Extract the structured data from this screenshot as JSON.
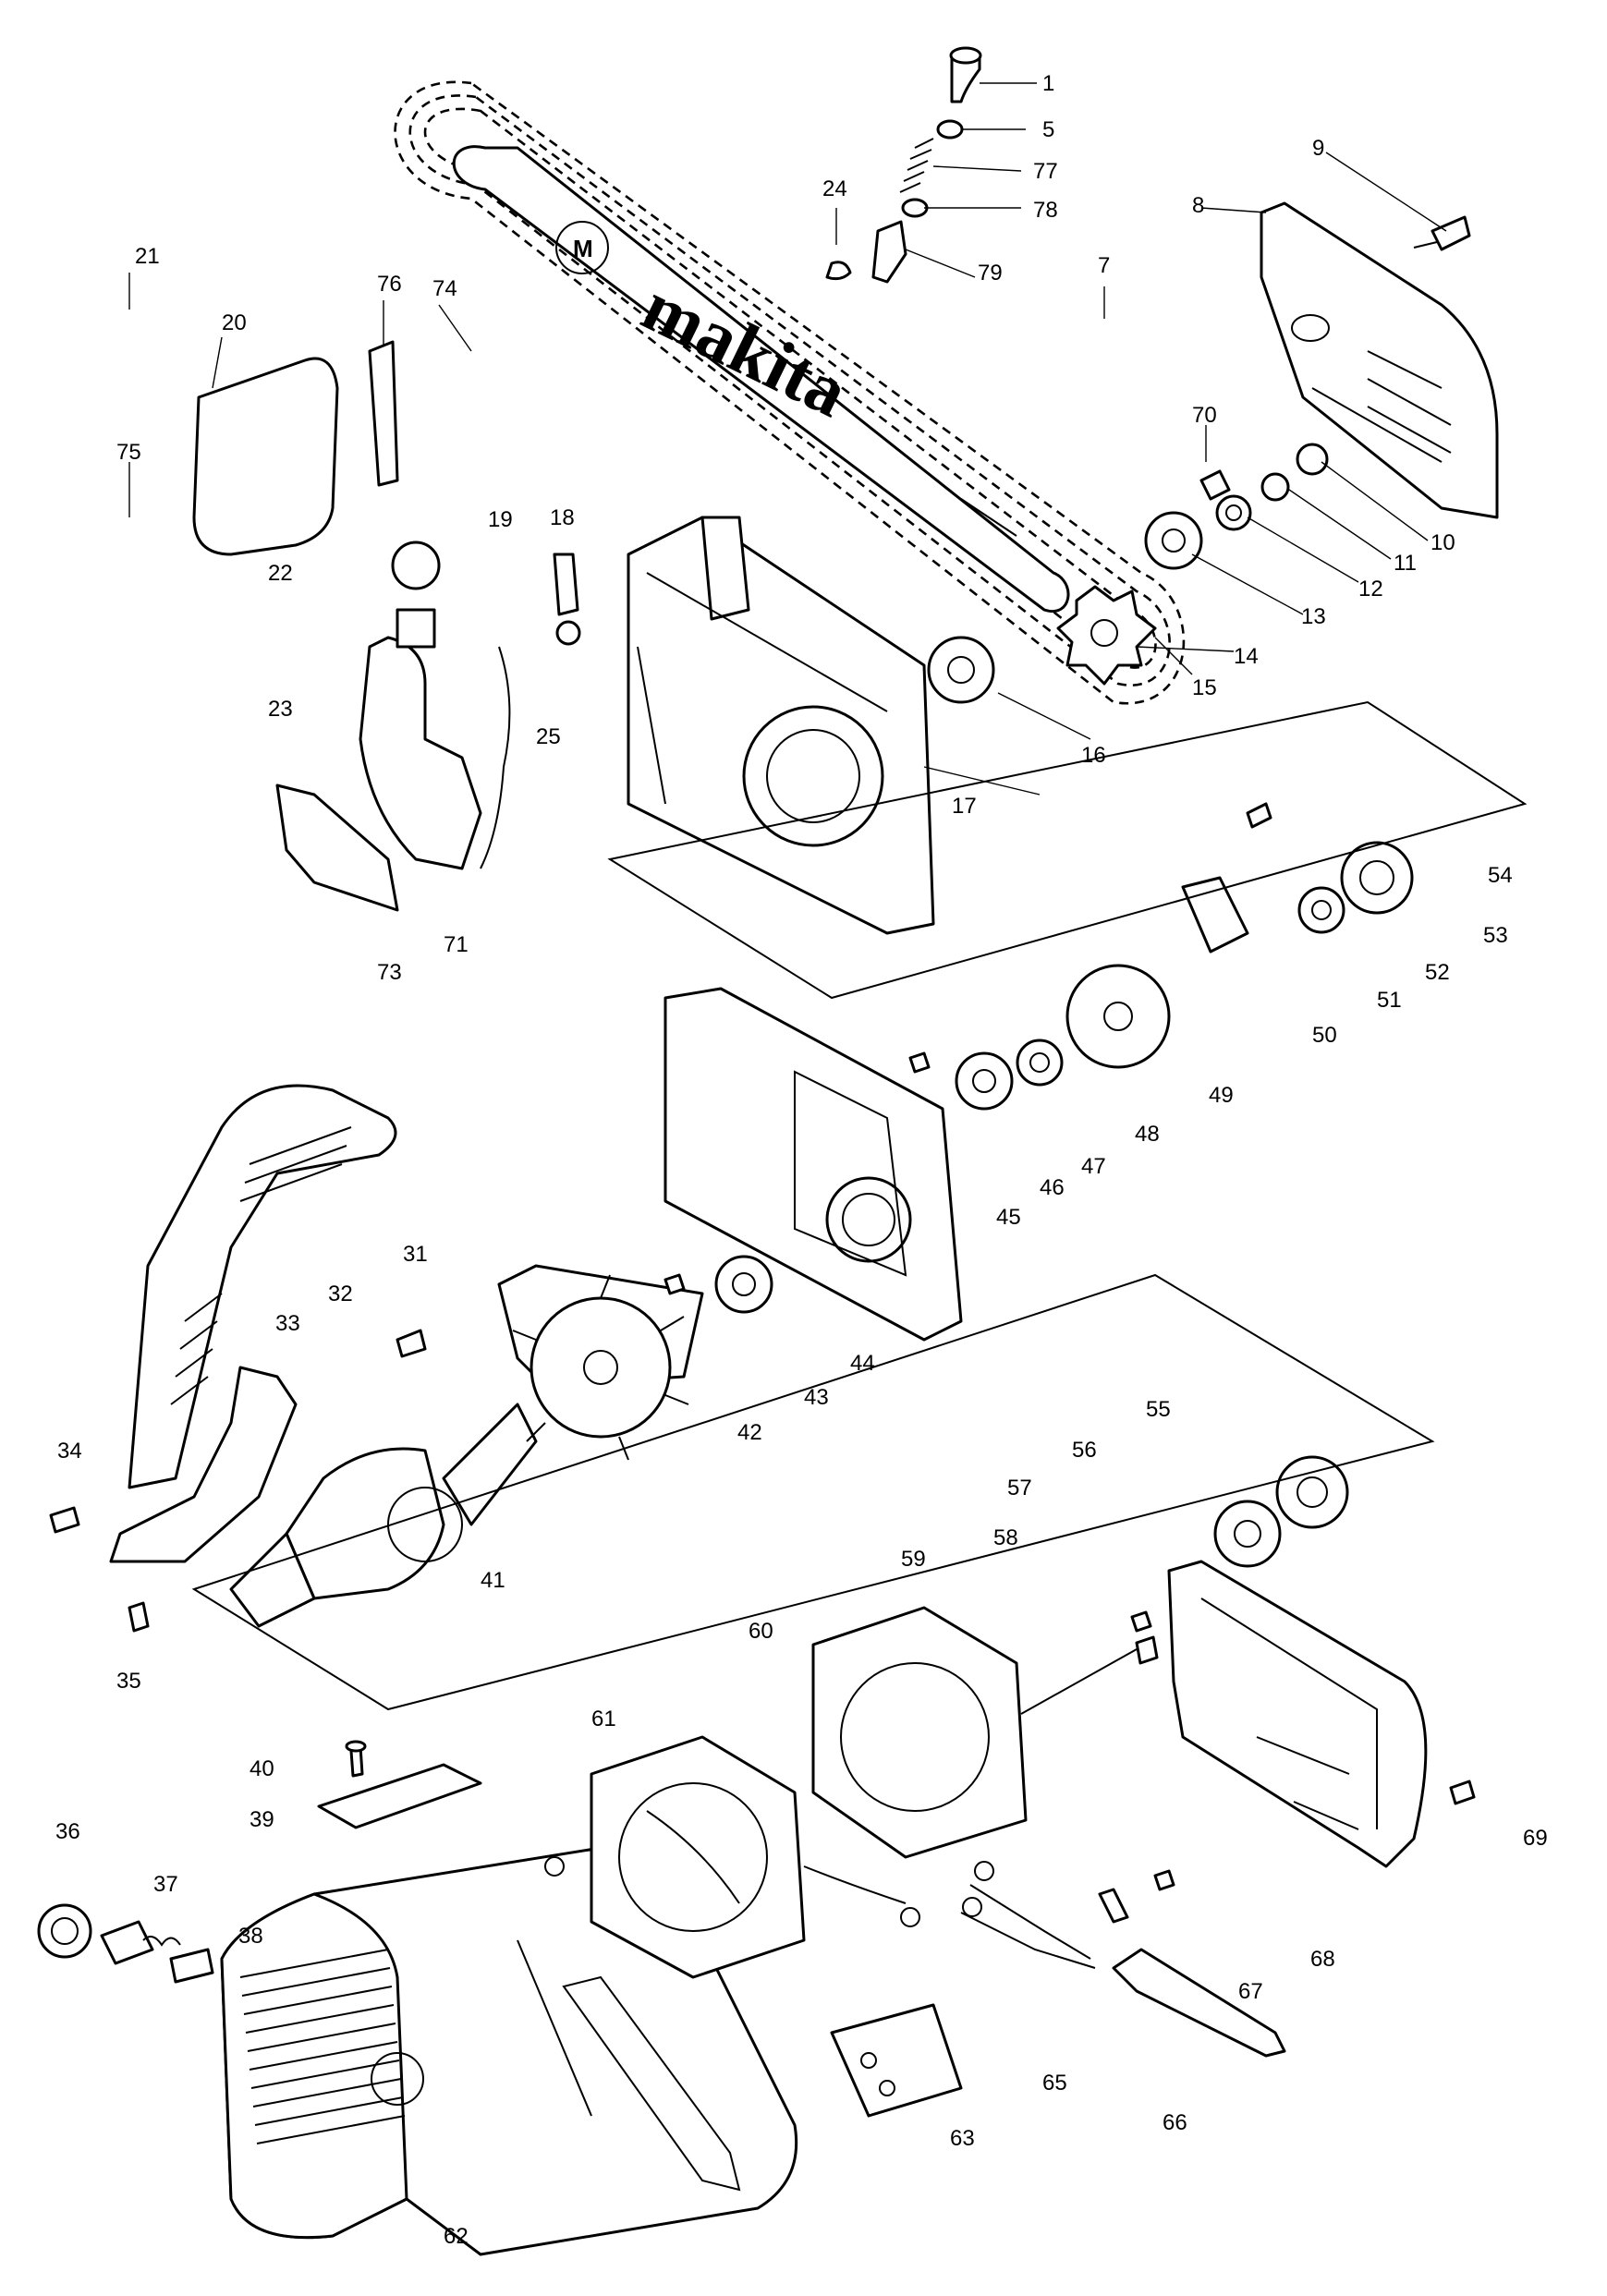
{
  "brand_text": "makita",
  "logo_text": "M",
  "part_numbers": [
    "1",
    "5",
    "77",
    "78",
    "79",
    "24",
    "9",
    "8",
    "7",
    "21",
    "20",
    "76",
    "74",
    "75",
    "70",
    "10",
    "11",
    "12",
    "13",
    "14",
    "15",
    "16",
    "17",
    "18",
    "19",
    "22",
    "23",
    "25",
    "71",
    "73",
    "54",
    "53",
    "52",
    "51",
    "50",
    "49",
    "48",
    "47",
    "46",
    "45",
    "44",
    "43",
    "42",
    "41",
    "34",
    "35",
    "32",
    "31",
    "33",
    "55",
    "56",
    "57",
    "58",
    "59",
    "60",
    "61",
    "69",
    "68",
    "67",
    "66",
    "65",
    "63",
    "62",
    "40",
    "39",
    "38",
    "37",
    "36"
  ]
}
